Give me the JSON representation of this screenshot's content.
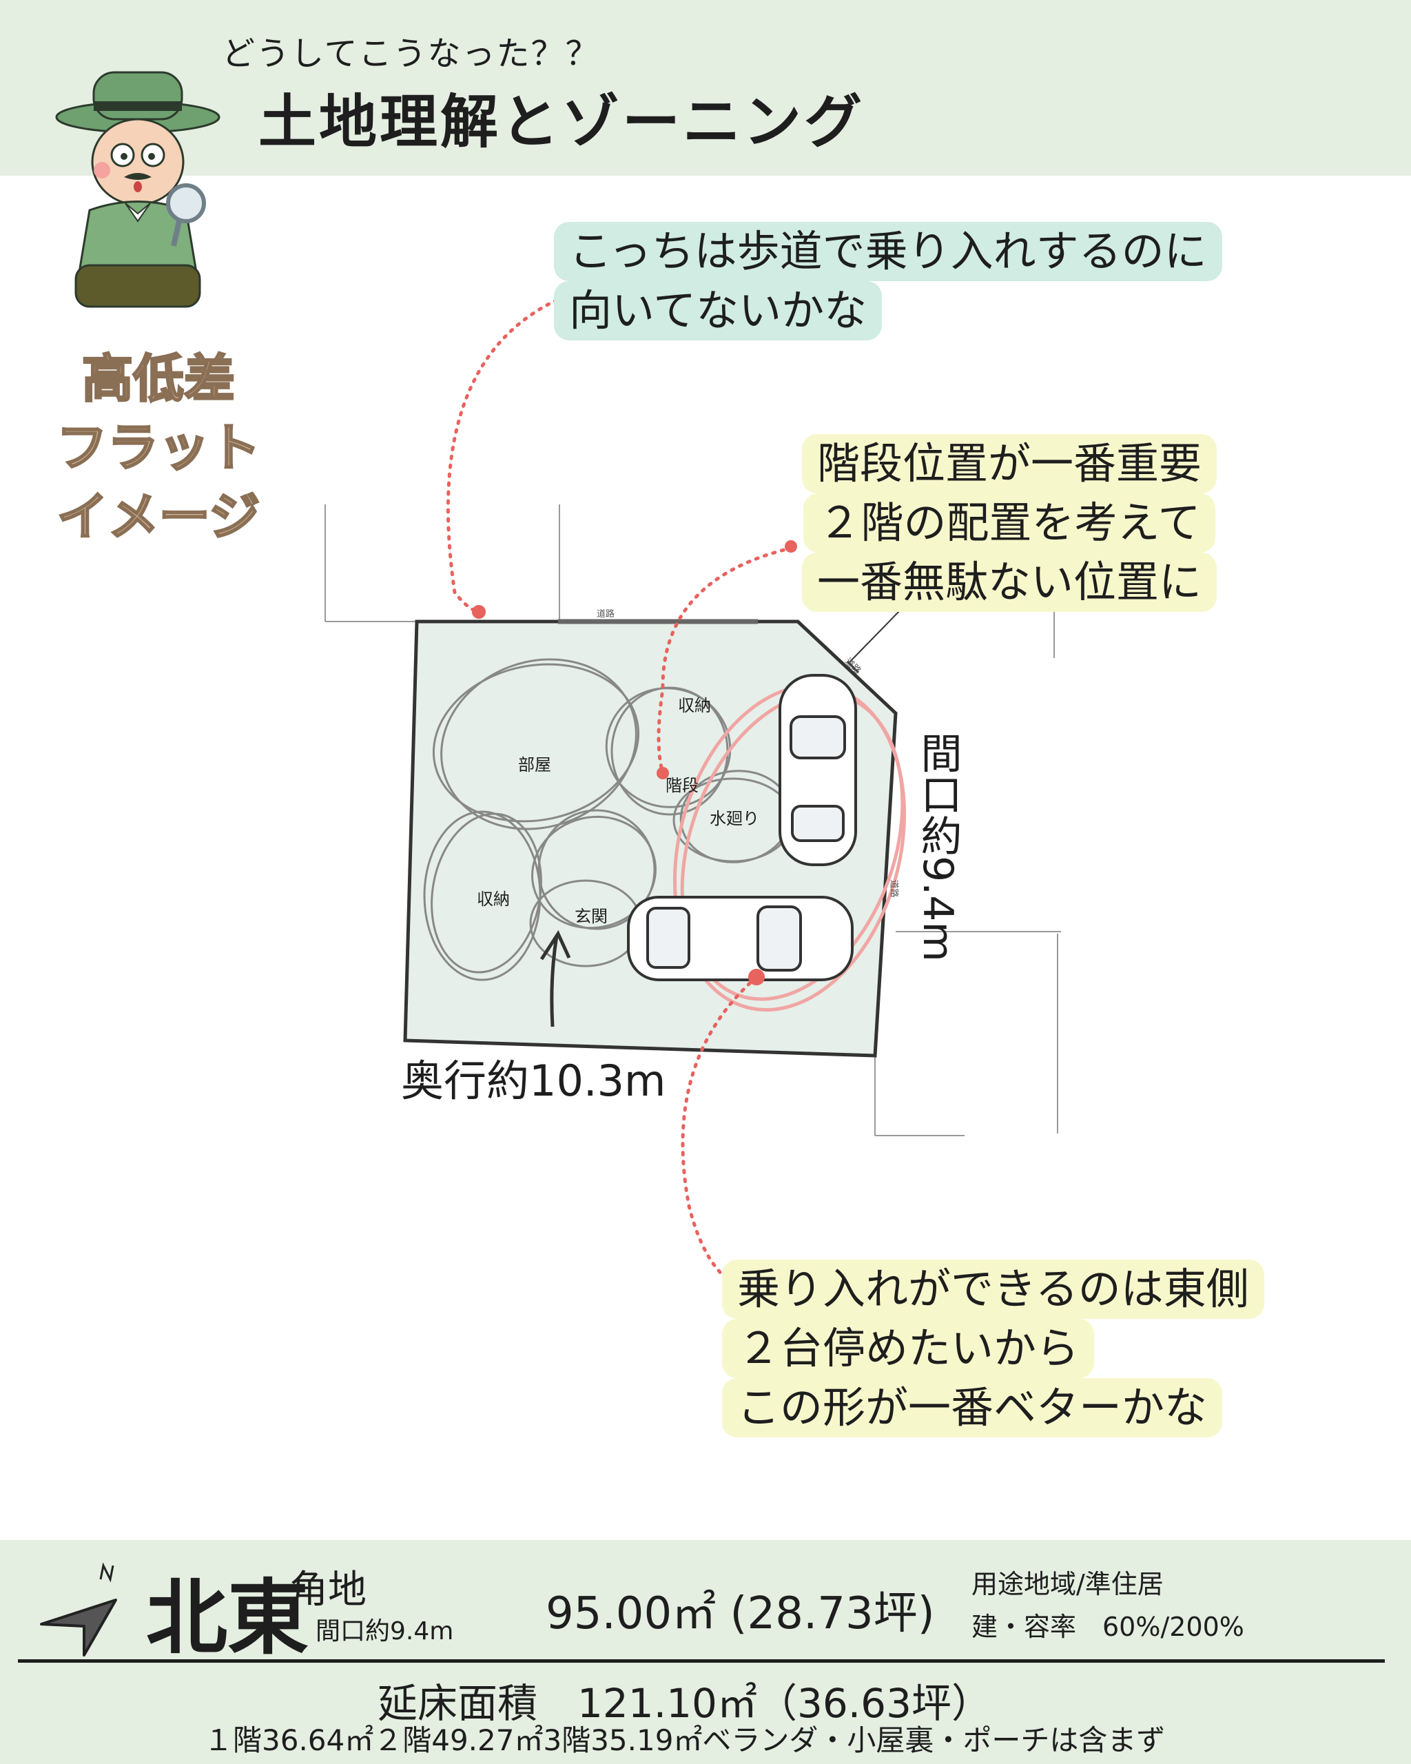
{
  "header": {
    "subtitle": "どうしてこうなった？？",
    "title": "土地理解とゾーニング"
  },
  "features": [
    "高低差",
    "フラット",
    "イメージ"
  ],
  "bubbles": {
    "sidewalk": [
      "こっちは歩道で乗り入れするのに",
      "向いてないかな"
    ],
    "stairs": [
      "階段位置が一番重要",
      "２階の配置を考えて",
      "一番無駄ない位置に"
    ],
    "driveway": [
      "乗り入れができるのは東側",
      "２台停めたいから",
      "この形が一番ベターかな"
    ]
  },
  "plan": {
    "rooms": {
      "room": "部屋",
      "storage_top": "収納",
      "stairs": "階段",
      "water": "水廻り",
      "storage_left": "収納",
      "entrance": "玄関"
    },
    "road_labels": [
      "道路",
      "道路",
      "道路"
    ],
    "depth_label": "奥行約10.3m",
    "width_label": "間口約9.4m"
  },
  "footer": {
    "direction": "北東",
    "lot_type": "角地",
    "frontage": "間口約9.4m",
    "area": "95.00㎡ (28.73坪)",
    "zoning": "用途地域/準住居",
    "ratios": "建・容率　60%/200%",
    "floor_total": "延床面積　121.10㎡（36.63坪）",
    "floor_breakdown": "１階36.64㎡２階49.27㎡3階35.19㎡ベランダ・小屋裏・ポーチは含まず"
  },
  "colors": {
    "band": "#e4eee1",
    "lot_fill": "#e6efe9",
    "accent_red": "#e8625e",
    "mint_bubble": "#d1ece2",
    "yellow_bubble": "#f7f7cc"
  }
}
